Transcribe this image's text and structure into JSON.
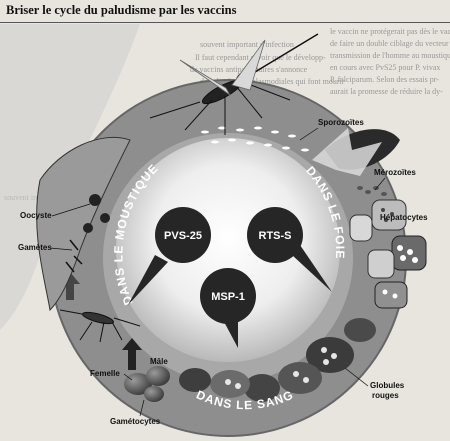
{
  "header": {
    "title": "Briser le cycle du paludisme par les vaccins"
  },
  "stages": {
    "mosquito": "DANS LE MOUSTIQUE",
    "liver": "DANS LE FOIE",
    "blood": "DANS LE SANG"
  },
  "vaccines": [
    {
      "label": "PVS-25"
    },
    {
      "label": "RTS-S"
    },
    {
      "label": "MSP-1"
    }
  ],
  "labels": {
    "sporozoites": "Sporozoïtes",
    "merozoites": "Mérozoïtes",
    "hepatocytes": "Hépatocytes",
    "oocyste": "Oocyste",
    "gametes": "Gamètes",
    "male": "Mâle",
    "femelle": "Femelle",
    "gametocytes": "Gamétocytes",
    "globules_line1": "Globules",
    "globules_line2": "rouges"
  },
  "background_text": [
    "souvent important d'infection",
    "Il faut cependant savoir que le développ-",
    "de vaccins antiparasitaires s'annonce",
    "dans les formes plasmodiales qui font mourir",
    "le vaccin ne protégerait pas dès le vaccin, le vac-",
    "de faire un double ciblage du vecteur",
    "transmission de l'homme au moustique",
    "en cours avec PvS25 pour P. vivax",
    "P. falciparum. Selon des essais pr-",
    "aurait la promesse de réduire la dy-"
  ],
  "colors": {
    "ring": "#8a8a8a",
    "ring_dark": "#5e5e5e",
    "vaccine_circle": "#262626",
    "center": "#f4f4f4"
  }
}
